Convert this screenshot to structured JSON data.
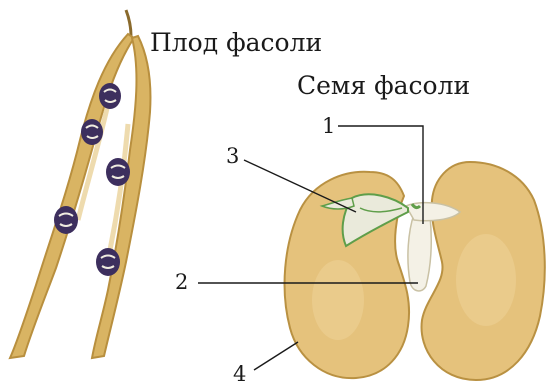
{
  "labels": {
    "pod_title": "Плод фасоли",
    "seed_title": "Семя фасоли",
    "callout_1": "1",
    "callout_2": "2",
    "callout_3": "3",
    "callout_4": "4"
  },
  "colors": {
    "pod_fill": "#d9b463",
    "pod_shade": "#b88f3e",
    "seed_dark": "#3d2f5e",
    "cotyledon_fill": "#e5c27c",
    "cotyledon_edge": "#b99142",
    "embryo_white": "#f4f1e6",
    "plumule_green": "#5f9e4a",
    "line_color": "#1a1a1a"
  }
}
